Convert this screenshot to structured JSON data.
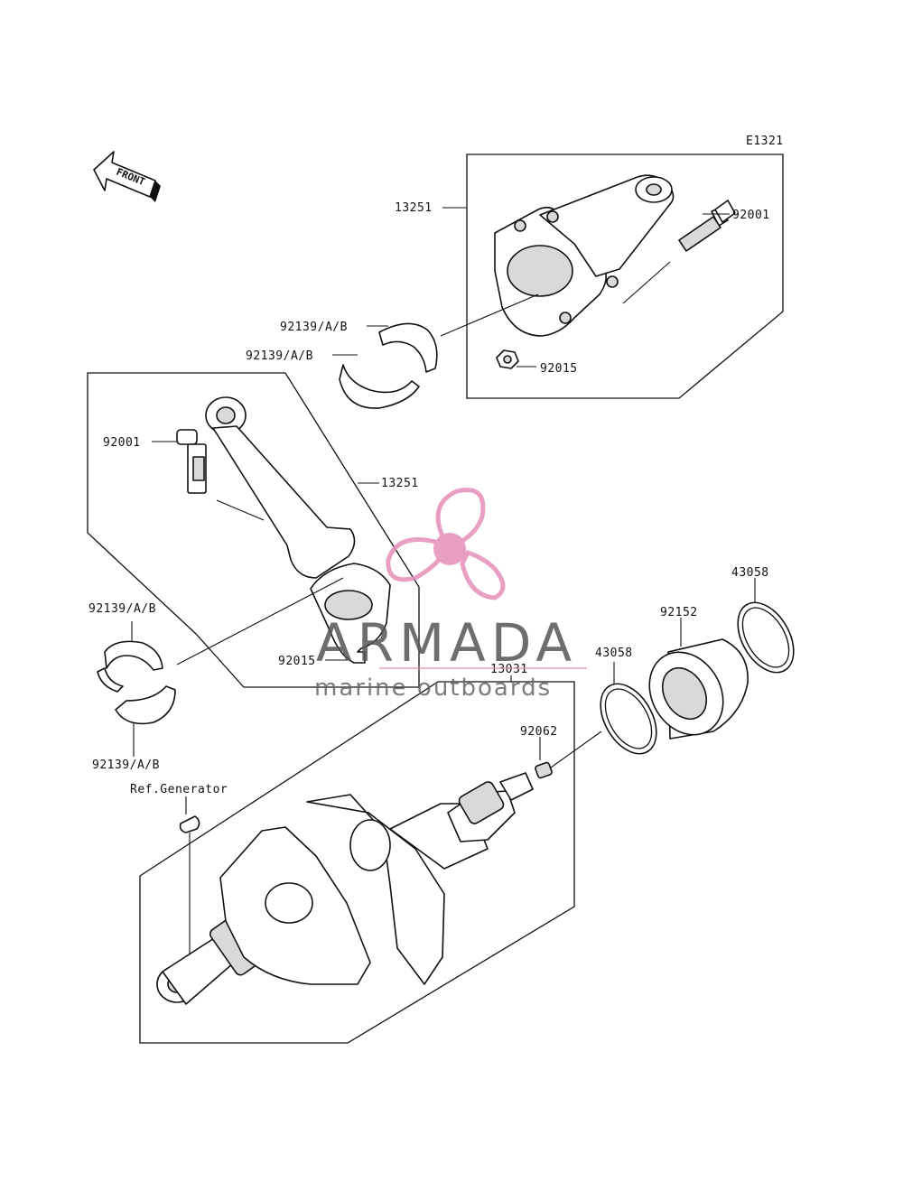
{
  "diagram_code": "E1321",
  "front_label": "FRONT",
  "labels": {
    "conrod_top": "13251",
    "bolt_top": "92001",
    "bearing_top_1": "92139/A/B",
    "bearing_top_2": "92139/A/B",
    "nut_top": "92015",
    "bolt_left": "92001",
    "conrod_left": "13251",
    "bearing_left_1": "92139/A/B",
    "nut_left": "92015",
    "bearing_left_2": "92139/A/B",
    "crankshaft": "13031",
    "plug": "92062",
    "ring_mid": "43058",
    "bearing_right": "92152",
    "ring_right": "43058",
    "ref_generator": "Ref.Generator"
  },
  "watermark": {
    "brand": "ARMADA",
    "tagline": "marine outboards",
    "color": "#e58fb8"
  }
}
